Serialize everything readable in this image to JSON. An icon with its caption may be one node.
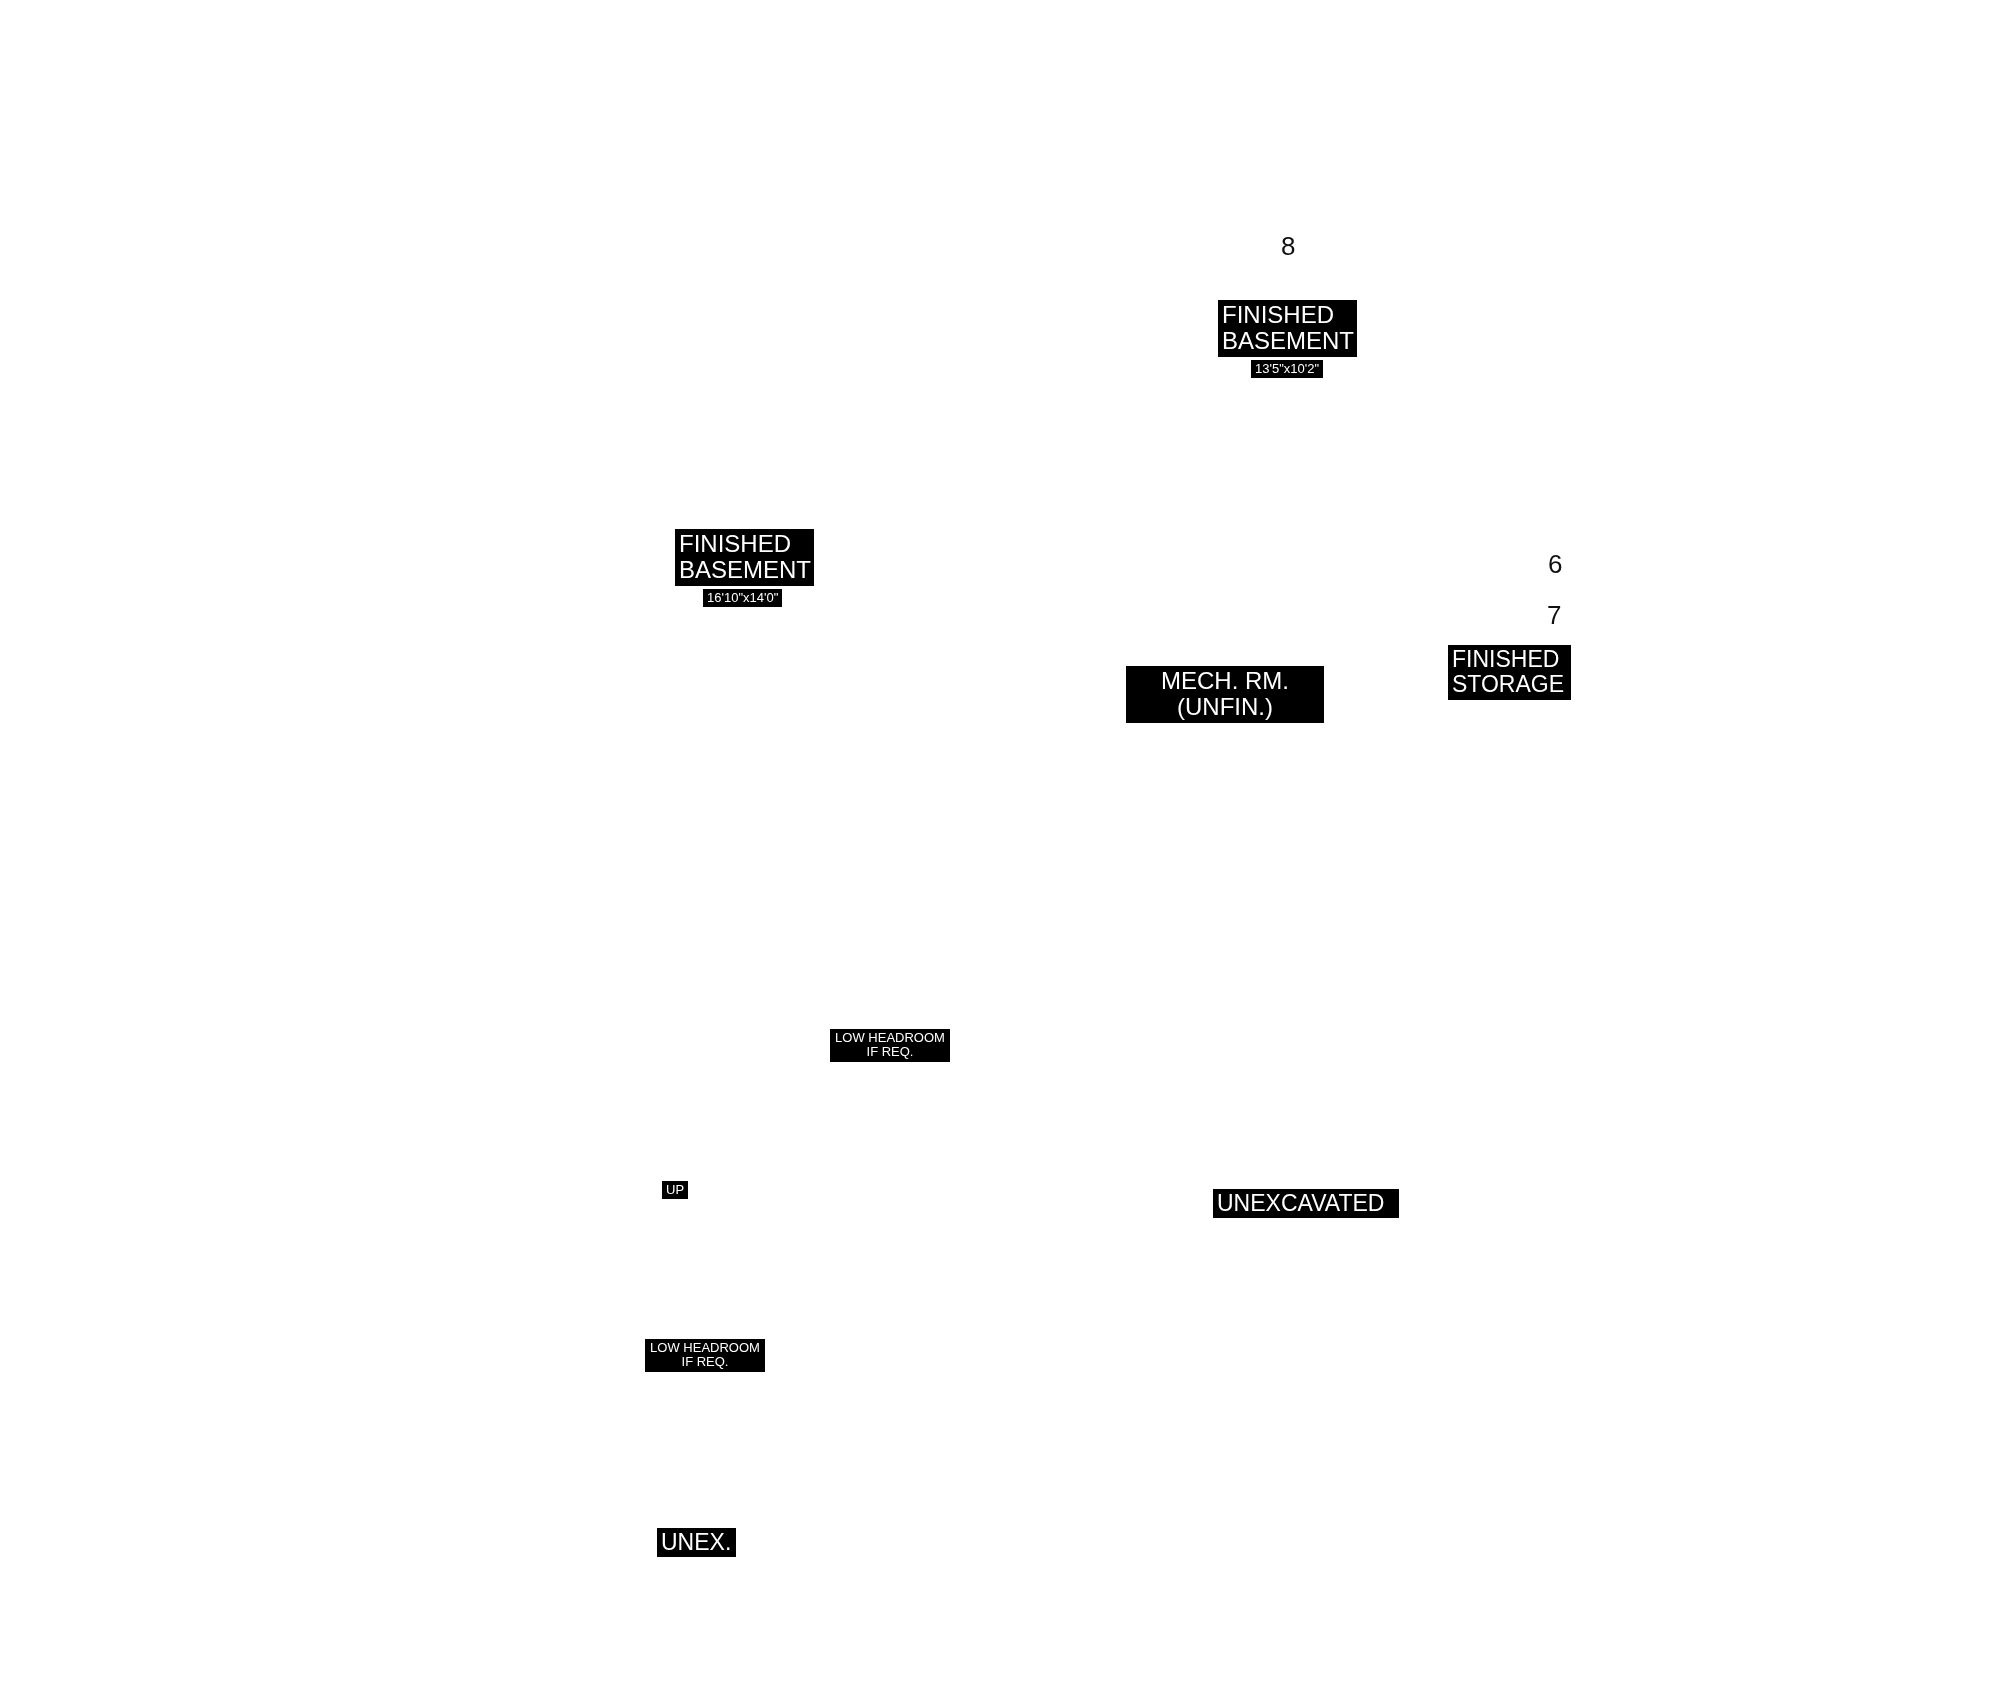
{
  "diagram": {
    "labels": [
      "8",
      "FINISHED BASEMENT",
      "13'5\"x10'2\"",
      "FINISHED BASEMENT",
      "16'10\"x14'0\"",
      "6",
      "7",
      "FINISHED STORAGE",
      "MECH. RM. (UNFIN.)",
      "LOW HEADROOM IF REQ.",
      "UP",
      "UNEXCAVATED",
      "LOW HEADROOM IF REQ.",
      "UNEX."
    ]
  }
}
